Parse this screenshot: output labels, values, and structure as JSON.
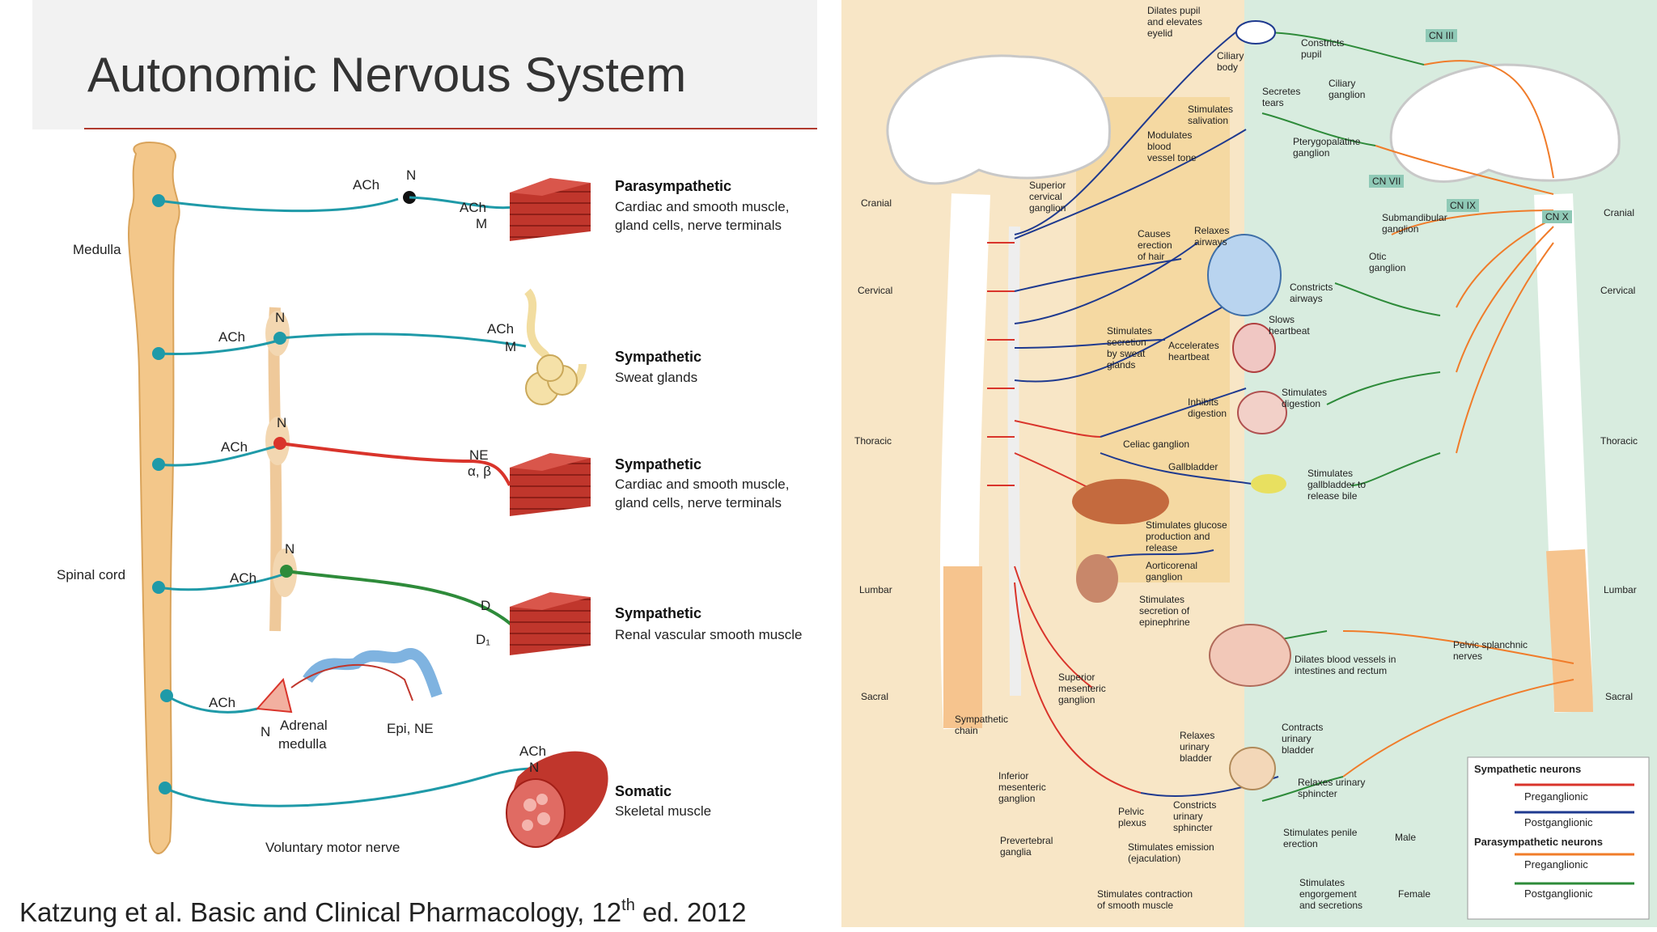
{
  "title": "Autonomic Nervous System",
  "citation": {
    "pre": "Katzung et al. Basic and Clinical Pharmacology, 12",
    "sup": "th",
    "post": " ed. 2012"
  },
  "left": {
    "medulla": "Medulla",
    "spinal_cord": "Spinal cord",
    "voluntary_motor_nerve": "Voluntary motor nerve",
    "rows": [
      {
        "heading": "Parasympathetic",
        "desc1": "Cardiac and smooth muscle,",
        "desc2": "gland cells, nerve terminals",
        "pre": "ACh",
        "gang": "N",
        "post": "ACh",
        "rec": "M"
      },
      {
        "heading": "Sympathetic",
        "desc1": "Sweat glands",
        "desc2": "",
        "pre": "ACh",
        "gang": "N",
        "post": "ACh",
        "rec": "M"
      },
      {
        "heading": "Sympathetic",
        "desc1": "Cardiac and smooth muscle,",
        "desc2": "gland cells, nerve terminals",
        "pre": "ACh",
        "gang": "N",
        "post": "NE",
        "rec": "α, β"
      },
      {
        "heading": "Sympathetic",
        "desc1": "Renal vascular smooth muscle",
        "desc2": "",
        "pre": "ACh",
        "gang": "N",
        "post": "D",
        "rec": "D₁"
      },
      {
        "heading": "",
        "desc1": "",
        "desc2": "",
        "pre": "ACh",
        "gang": "N",
        "post": "Epi, NE",
        "rec": ""
      },
      {
        "heading": "Somatic",
        "desc1": "Skeletal muscle",
        "desc2": "",
        "pre": "ACh",
        "gang": "N",
        "post": "",
        "rec": ""
      }
    ],
    "adrenal1": "Adrenal",
    "adrenal2": "medulla"
  },
  "right": {
    "levels": [
      "Cranial",
      "Cervical",
      "Thoracic",
      "Lumbar",
      "Sacral"
    ],
    "cn": [
      "CN III",
      "CN VII",
      "CN IX",
      "CN X"
    ],
    "labels": {
      "dilates_pupil": "Dilates pupil\nand elevates\neyelid",
      "ciliary_body": "Ciliary\nbody",
      "constricts_pupil": "Constricts\npupil",
      "ciliary_ganglion": "Ciliary\nganglion",
      "secretes_tears": "Secretes\ntears",
      "stimulates_salivation": "Stimulates\nsalivation",
      "pterygopalatine": "Pterygopalatine\nganglion",
      "modulates_blood": "Modulates\nblood\nvessel tone",
      "superior_cervical": "Superior\ncervical\nganglion",
      "submandibular": "Submandibular\nganglion",
      "causes_erection": "Causes\nerection\nof hair",
      "relaxes_airways": "Relaxes\nairways",
      "otic": "Otic\nganglion",
      "constricts_airways": "Constricts\nairways",
      "slows_heartbeat": "Slows\nheartbeat",
      "stimulates_sweat": "Stimulates\nsecretion\nby sweat\nglands",
      "accelerates": "Accelerates\nheartbeat",
      "stimulates_digestion": "Stimulates\ndigestion",
      "inhibits_digestion": "Inhibits\ndigestion",
      "celiac": "Celiac ganglion",
      "gallbladder": "Gallbladder",
      "gallbladder_bile": "Stimulates\ngallbladder to\nrelease bile",
      "glucose": "Stimulates glucose\nproduction and\nrelease",
      "aorticorenal": "Aorticorenal\nganglion",
      "epinephrine": "Stimulates\nsecretion of\nepinephrine",
      "dilates_vessels": "Dilates blood vessels in\nintestines and rectum",
      "pelvic_splanchnic": "Pelvic splanchnic\nnerves",
      "superior_mesenteric": "Superior\nmesenteric\nganglion",
      "sympathetic_chain": "Sympathetic\nchain",
      "relaxes_bladder": "Relaxes\nurinary\nbladder",
      "contracts_bladder": "Contracts\nurinary\nbladder",
      "relaxes_sphincter": "Relaxes urinary\nsphincter",
      "inferior_mesenteric": "Inferior\nmesenteric\nganglion",
      "pelvic_plexus": "Pelvic\nplexus",
      "constricts_sphincter": "Constricts\nurinary\nsphincter",
      "penile": "Stimulates penile\nerection",
      "male": "Male",
      "prevertebral": "Prevertebral\nganglia",
      "emission": "Stimulates emission\n(ejaculation)",
      "smooth_contraction": "Stimulates contraction\nof smooth muscle",
      "engorgement": "Stimulates\nengorgement\nand secretions",
      "female": "Female"
    },
    "legend": {
      "symp_title": "Sympathetic neurons",
      "para_title": "Parasympathetic neurons",
      "pre": "Preganglionic",
      "post": "Postganglionic"
    }
  },
  "colors": {
    "red": "#d9342b",
    "blue": "#1f3a8f",
    "orange": "#f07c2a",
    "green": "#2e8b3a",
    "teal": "#1f9aa8",
    "cord": "#f3c78a"
  }
}
